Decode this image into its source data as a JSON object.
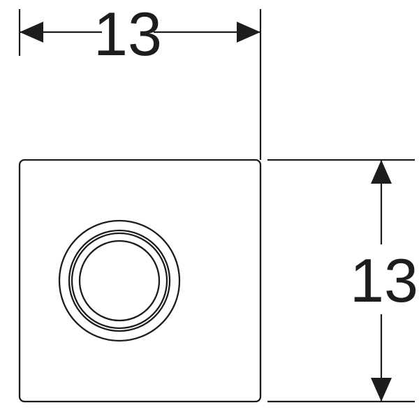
{
  "page": {
    "background": "#ffffff"
  },
  "drawing": {
    "kind": "technical-dimension-drawing",
    "subject": "square flush plate front view with concentric actuator ring",
    "line_color": "#1d1d1b",
    "dimension_width": {
      "label": "13"
    },
    "dimension_height": {
      "label": "13"
    }
  }
}
